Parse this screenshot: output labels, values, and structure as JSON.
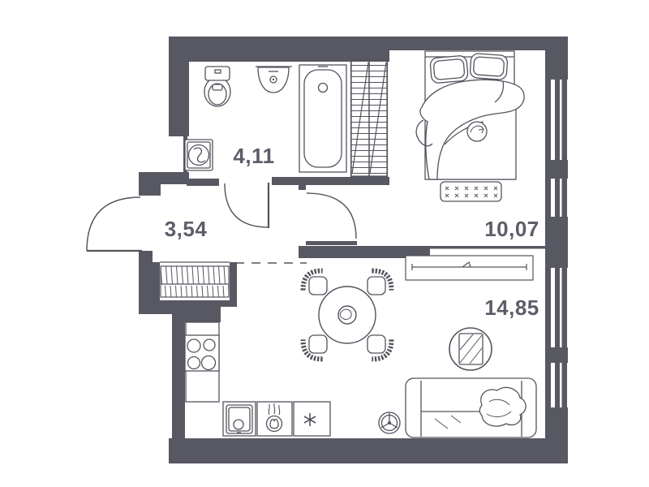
{
  "plan": {
    "title": "one-bedroom apartment floor plan",
    "rooms": [
      {
        "id": "bathroom",
        "area_label": "4,11"
      },
      {
        "id": "hallway",
        "area_label": "3,54"
      },
      {
        "id": "bedroom",
        "area_label": "10,07"
      },
      {
        "id": "kitchen-living-room",
        "area_label": "14,85"
      }
    ],
    "fixtures": [
      "toilet",
      "wash-basin",
      "bathtub",
      "washing-machine",
      "ventilation-shaft",
      "entrance-door",
      "bathroom-door",
      "bedroom-door",
      "coat-rack",
      "wardrobe",
      "double-bed",
      "bed-bench",
      "dining-table",
      "dining-chairs",
      "stove-cooktop",
      "kitchen-sink",
      "gas-burner-icon",
      "asterisk-icon",
      "sofa",
      "floor-plant",
      "side-table"
    ],
    "colors": {
      "walls": "#585863",
      "lines": "#53535e",
      "labels": "#5d5d6a",
      "background": "#ffffff"
    }
  }
}
